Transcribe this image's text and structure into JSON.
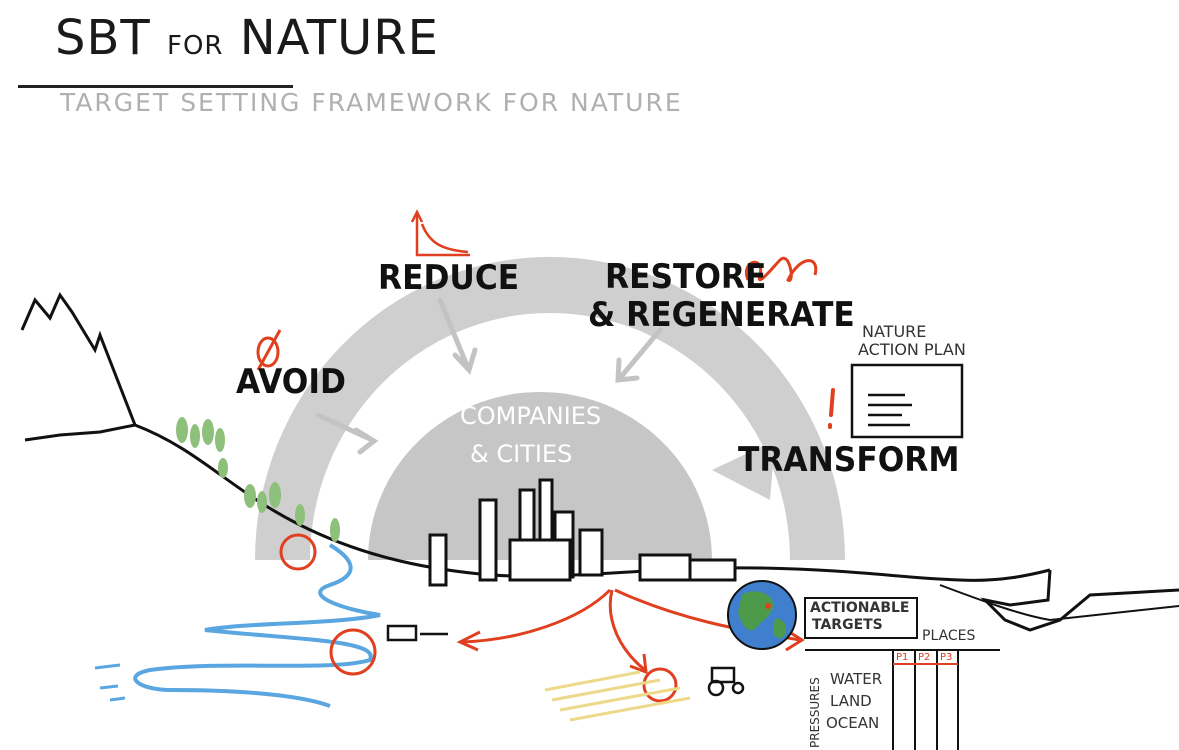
{
  "header": {
    "title_sbt": "SBT",
    "title_for": "FOR",
    "title_nature": "NATURE",
    "subtitle": "TARGET SETTING FRAMEWORK FOR NATURE"
  },
  "diagram": {
    "avoid": "AVOID",
    "reduce": "REDUCE",
    "restore_line1": "RESTORE",
    "restore_line2": "& REGENERATE",
    "transform": "TRANSFORM",
    "action_plan_line1": "NATURE",
    "action_plan_line2": "ACTION PLAN",
    "center_line1": "COMPANIES",
    "center_line2": "& CITIES",
    "actionable_line1": "ACTIONABLE",
    "actionable_line2": "TARGETS",
    "places": "PLACES",
    "p1": "P1",
    "p2": "P2",
    "p3": "P3",
    "pressures": "PRESSURES",
    "water": "WATER",
    "land": "LAND",
    "ocean": "OCEAN"
  },
  "colors": {
    "ink": "#111111",
    "accent": "#e0401f",
    "water": "#5aa6e0",
    "arc": "#cfcfcf",
    "tree": "#8dc07a",
    "field": "#ecd98a"
  }
}
